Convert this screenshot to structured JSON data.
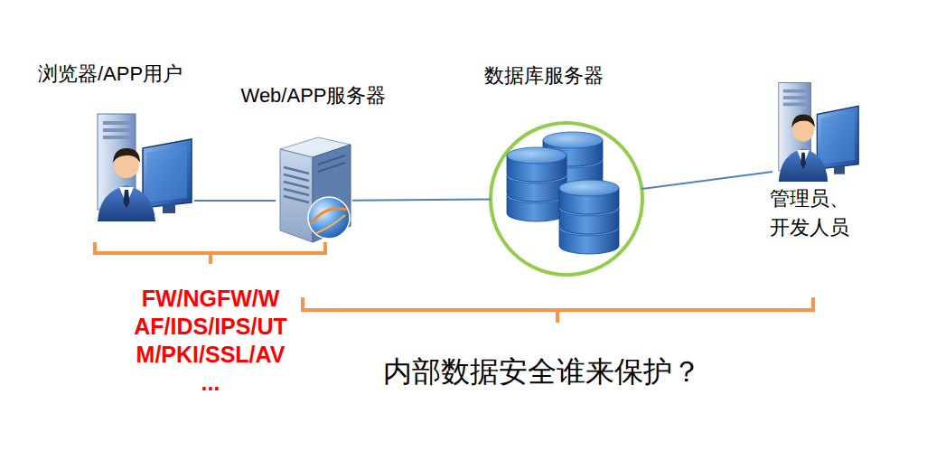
{
  "diagram": {
    "nodes": [
      {
        "text": [
          "浏览器/APP用户"
        ]
      },
      {
        "text": [
          "Web/APP服务器"
        ]
      },
      {
        "text": [
          "数据库服务器"
        ]
      },
      {
        "text": [
          "管理员、 开发人员"
        ]
      }
    ],
    "edges": [
      {
        "from": 0,
        "to": 1,
        "arrow": "none"
      },
      {
        "from": 1,
        "to": 2,
        "arrow": "none"
      },
      {
        "from": 2,
        "to": 3,
        "arrow": "none"
      }
    ],
    "labels": [
      "FW/NGFW/W AF/IDS/IPS/UT M/PKI/SSL/AV ...",
      "内部数据安全谁来保护？"
    ]
  }
}
